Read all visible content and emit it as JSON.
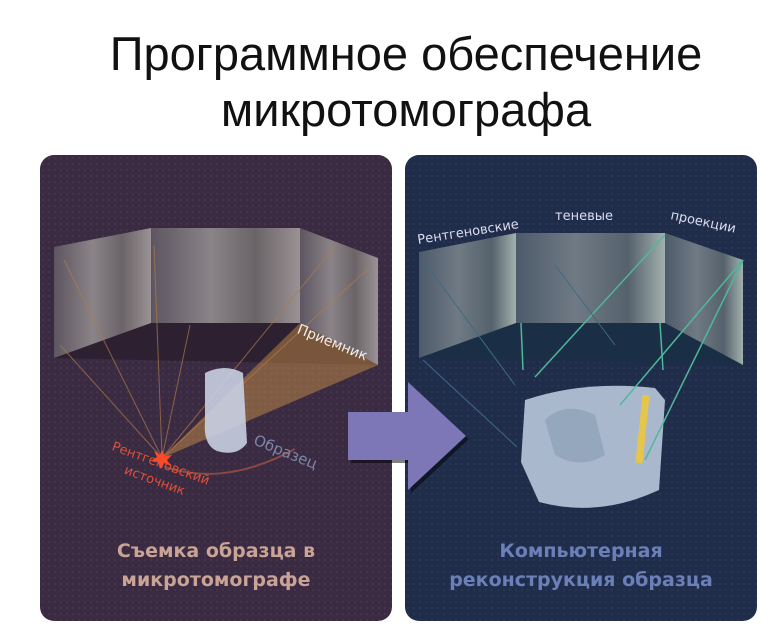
{
  "title": {
    "line1": "Программное обеспечение",
    "line2": "микротомографа"
  },
  "left_panel": {
    "detector_label": "Приемник",
    "sample_label": "Образец",
    "source_label_line1": "Рентгеновский",
    "source_label_line2": "источник",
    "caption_line1": "Съемка образца в",
    "caption_line2": "микротомографе",
    "bg_color": "#3b2b42",
    "caption_color": "#c9a395"
  },
  "right_panel": {
    "label_1": "Рентгеновские",
    "label_2": "теневые",
    "label_3": "проекции",
    "caption_line1": "Компьютерная",
    "caption_line2": "реконструкция образца",
    "bg_color": "#1f2d4b",
    "caption_color": "#6b80b8"
  },
  "arrow_color": "#7d77b8"
}
